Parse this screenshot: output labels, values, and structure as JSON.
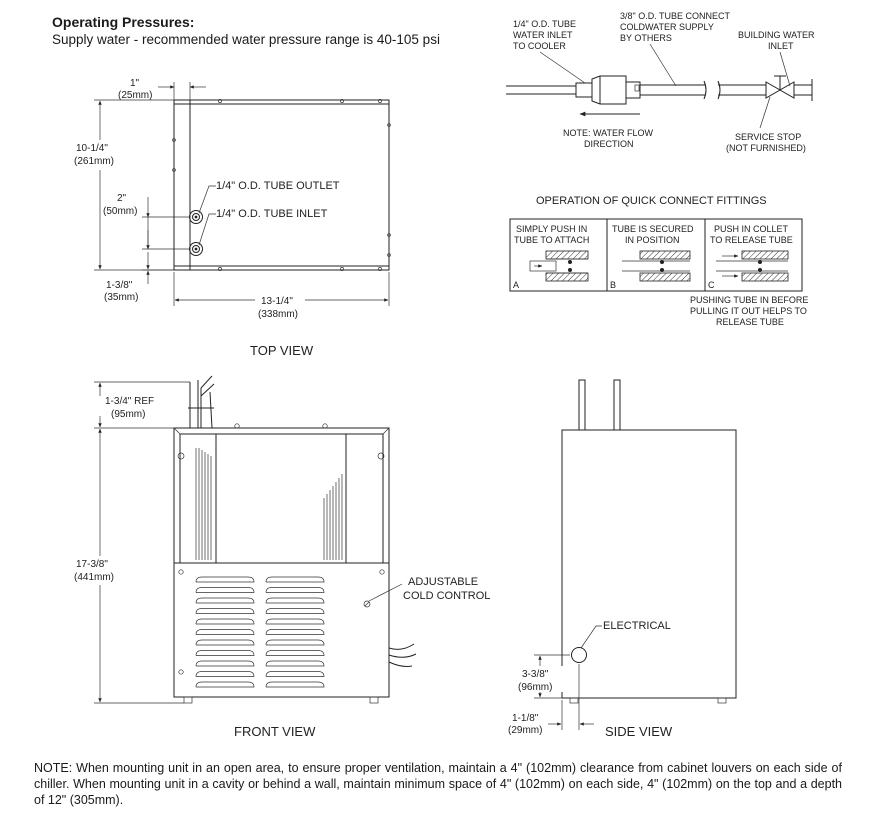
{
  "header": {
    "title": "Operating Pressures:",
    "line": "Supply water - recommended water pressure range is 40-105 psi"
  },
  "top_view": {
    "label": "TOP VIEW",
    "dim_1": [
      "1\"",
      "(25mm)"
    ],
    "dim_height": [
      "10-1/4\"",
      "(261mm)"
    ],
    "dim_2": [
      "2\"",
      "(50mm)"
    ],
    "dim_1_3_8": [
      "1-3/8\"",
      "(35mm)"
    ],
    "dim_width": [
      "13-1/4\"",
      "(338mm)"
    ],
    "outlet": "1/4\" O.D. TUBE OUTLET",
    "inlet": "1/4\" O.D. TUBE INLET"
  },
  "water_diagram": {
    "tube_inlet": [
      "1/4\" O.D. TUBE",
      "WATER INLET",
      "TO COOLER"
    ],
    "supply": [
      "3/8\" O.D. TUBE CONNECT",
      "COLDWATER SUPPLY",
      "BY OTHERS"
    ],
    "building": [
      "BUILDING WATER",
      "INLET"
    ],
    "flow": [
      "NOTE: WATER FLOW",
      "DIRECTION"
    ],
    "service": [
      "SERVICE STOP",
      "(NOT FURNISHED)"
    ]
  },
  "quick_connect": {
    "title": "OPERATION OF QUICK CONNECT FITTINGS",
    "panels": [
      {
        "letter": "A",
        "text": [
          "SIMPLY PUSH IN",
          "TUBE TO ATTACH"
        ]
      },
      {
        "letter": "B",
        "text": [
          "TUBE IS SECURED",
          "IN POSITION"
        ]
      },
      {
        "letter": "C",
        "text": [
          "PUSH IN COLLET",
          "TO RELEASE TUBE"
        ]
      }
    ],
    "note": [
      "PUSHING TUBE IN BEFORE",
      "PULLING IT OUT HELPS TO",
      "RELEASE TUBE"
    ]
  },
  "front_view": {
    "label": "FRONT VIEW",
    "dim_ref": [
      "1-3/4\" REF",
      "(95mm)"
    ],
    "dim_height": [
      "17-3/8\"",
      "(441mm)"
    ],
    "control": [
      "ADJUSTABLE",
      "COLD CONTROL"
    ]
  },
  "side_view": {
    "label": "SIDE VIEW",
    "electrical": "ELECTRICAL",
    "dim_3_3_8": [
      "3-3/8\"",
      "(96mm)"
    ],
    "dim_1_1_8": [
      "1-1/8\"",
      "(29mm)"
    ]
  },
  "note": "NOTE:  When mounting unit in an open area, to ensure proper ventilation, maintain a 4\" (102mm) clearance from cabinet louvers on each side of chiller. When mounting unit in a cavity or behind a wall, maintain minimum space of 4\" (102mm) on each side, 4\" (102mm) on the top and a depth of 12\" (305mm)."
}
